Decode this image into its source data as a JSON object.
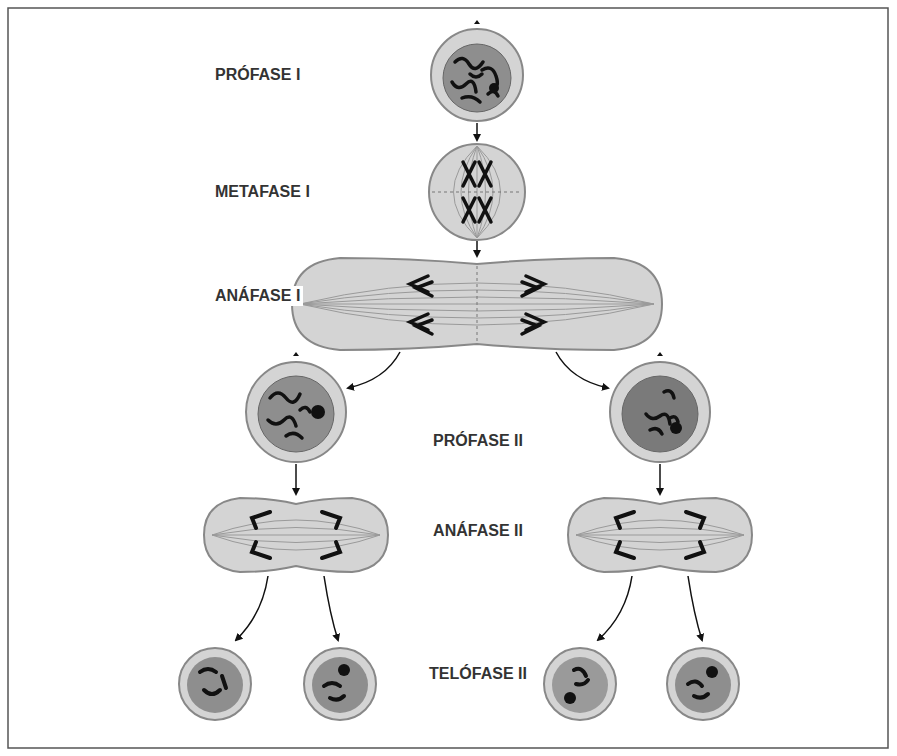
{
  "diagram": {
    "labels": [
      "PRÓFASE I",
      "METAFASE I",
      "ANÁFASE I",
      "PRÓFASE II",
      "ANÁFASE II",
      "TELÓFASE II"
    ]
  }
}
